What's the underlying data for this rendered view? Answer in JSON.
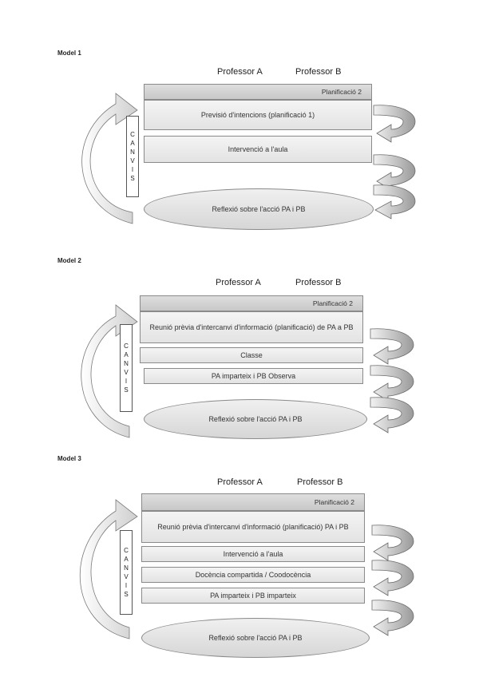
{
  "models": [
    {
      "label": "Model 1",
      "professor_a": "Professor A",
      "professor_b": "Professor B",
      "planning": "Planificació 2",
      "steps": [
        "Previsió d'intencions (planificació 1)",
        "Intervenció a l'aula"
      ],
      "canvis": [
        "C",
        "A",
        "N",
        "V",
        "I",
        "S"
      ],
      "reflection": "Reflexió sobre l'acció PA i PB"
    },
    {
      "label": "Model 2",
      "professor_a": "Professor A",
      "professor_b": "Professor B",
      "planning": "Planificació 2",
      "steps": [
        "Reunió prèvia d'intercanvi d'informació (planificació) de PA a PB",
        "Classe",
        "PA imparteix i PB Observa"
      ],
      "canvis": [
        "C",
        "A",
        "N",
        "V",
        "I",
        "S"
      ],
      "reflection": "Reflexió sobre l'acció PA i PB"
    },
    {
      "label": "Model 3",
      "professor_a": "Professor A",
      "professor_b": "Professor B",
      "planning": "Planificació 2",
      "steps": [
        "Reunió prèvia d'intercanvi d'informació (planificació) PA i PB",
        "Intervenció a l'aula",
        "Docència compartida / Coodocència",
        "PA imparteix i PB imparteix"
      ],
      "canvis": [
        "C",
        "A",
        "N",
        "V",
        "I",
        "S"
      ],
      "reflection": "Reflexió sobre l'acció PA i PB"
    }
  ],
  "colors": {
    "box_fill": "#e8e8e8",
    "plan_fill": "#d2d2d2",
    "border": "#8a8a8a",
    "arrow_fill": "#e6e6e6"
  }
}
